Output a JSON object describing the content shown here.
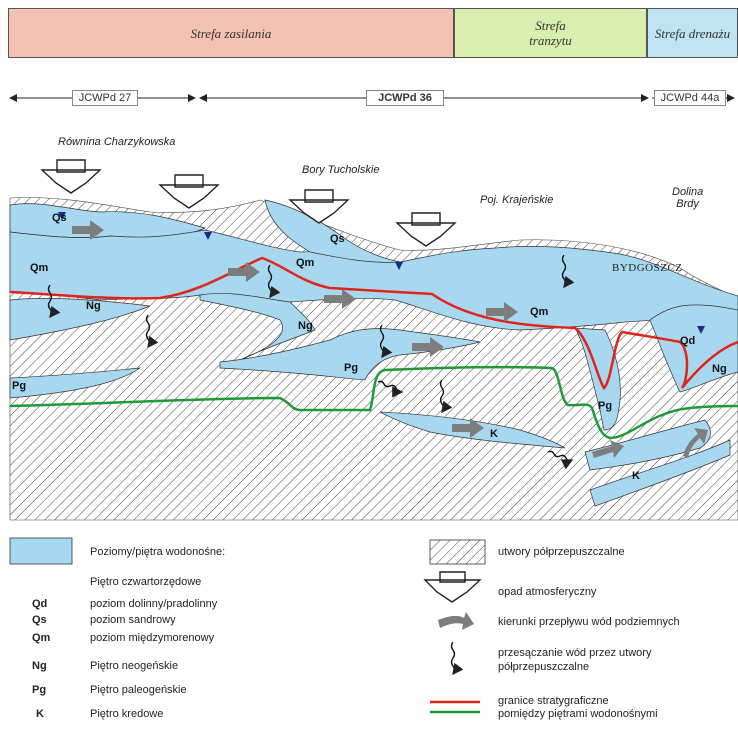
{
  "zones": {
    "supply": "Strefa zasilania",
    "transit": "Strefa\ntranzytu",
    "drainage": "Strefa drenażu"
  },
  "jcwpd": {
    "a": "JCWPd 27",
    "b": "JCWPd 36",
    "c": "JCWPd 44a"
  },
  "places": {
    "charzykowska": "Równina Charzykowska",
    "bory": "Bory Tucholskie",
    "krajenskie": "Poj. Krajeńskie",
    "brdy": "Dolina\nBrdy",
    "bydgoszcz": "BYDGOSZCZ"
  },
  "units": {
    "qs1": "Qs",
    "qs2": "Qs",
    "qm1": "Qm",
    "qm2": "Qm",
    "qm3": "Qm",
    "ng1": "Ng",
    "ng2": "Ng",
    "ng3": "Ng",
    "pg1": "Pg",
    "pg2": "Pg",
    "pg3": "Pg",
    "qd": "Qd",
    "k1": "K",
    "k2": "K"
  },
  "legend": {
    "aquifers": "Poziomy/piętra wodonośne:",
    "quaternary": "Piętro czwartorzędowe",
    "qd_code": "Qd",
    "qd_text": "poziom dolinny/pradolinny",
    "qs_code": "Qs",
    "qs_text": "poziom sandrowy",
    "qm_code": "Qm",
    "qm_text": "poziom międzymorenowy",
    "ng_code": "Ng",
    "ng_text": "Piętro neogeńskie",
    "pg_code": "Pg",
    "pg_text": "Piętro paleogeńskie",
    "k_code": "K",
    "k_text": "Piętro kredowe",
    "semi": "utwory półprzepuszczalne",
    "precip": "opad atmosferyczny",
    "flow": "kierunki przepływu wód podziemnych",
    "seep": "przesączanie wód przez utwory\npółprzepuszczalne",
    "boundary1": "granice stratygraficzne",
    "boundary2": "pomiędzy piętrami wodonośnymi"
  },
  "colors": {
    "supply": "#f4c2b2",
    "transit": "#d9efb0",
    "drainage": "#bfe3f3",
    "aquifer": "#a8d8f0",
    "boundary_red": "#e0241b",
    "boundary_green": "#1f9a3a",
    "flow_arrow": "#7d7d7d"
  }
}
